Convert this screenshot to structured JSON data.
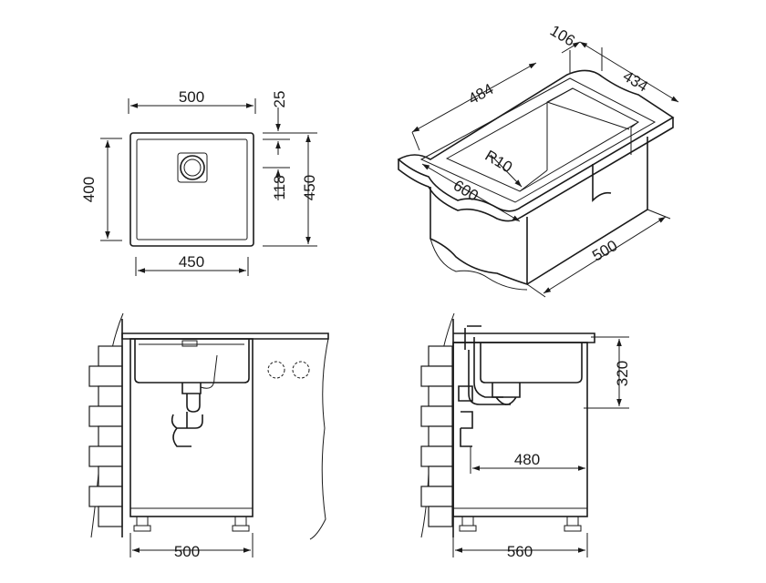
{
  "top_view": {
    "width_500": "500",
    "offset_25": "25",
    "height_400": "400",
    "drain_118": "118",
    "height_450": "450",
    "bowl_450": "450"
  },
  "iso_view": {
    "depth_106": "106",
    "depth_434": "434",
    "length_484": "484",
    "radius": "R10",
    "length_600": "600",
    "cabinet_500": "500"
  },
  "front_view": {
    "cabinet_500": "500"
  },
  "side_view": {
    "depth_320": "320",
    "reach_480": "480",
    "cabinet_560": "560"
  }
}
